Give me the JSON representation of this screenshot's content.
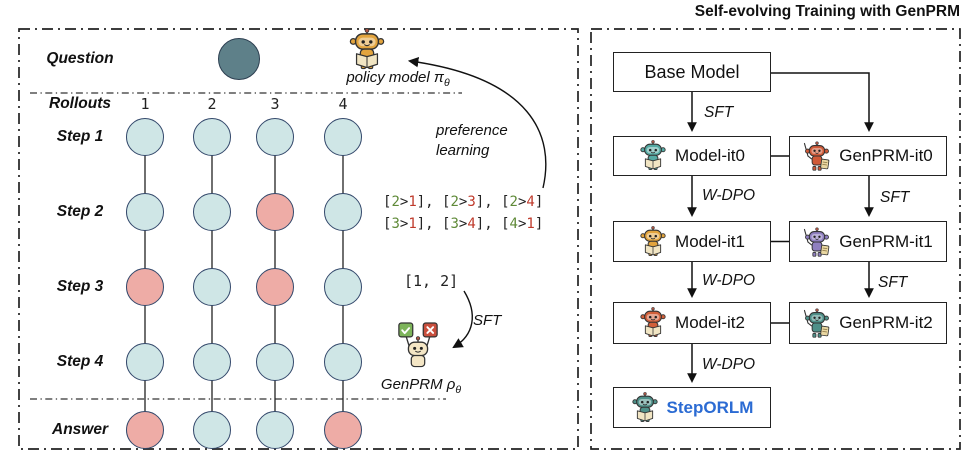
{
  "left_panel": {
    "question_label": "Question",
    "rollouts_label": "Rollouts",
    "rollout_numbers": [
      "1",
      "2",
      "3",
      "4"
    ],
    "rows": [
      {
        "label": "Step 1",
        "cells": [
          "good",
          "good",
          "good",
          "good"
        ]
      },
      {
        "label": "Step 2",
        "cells": [
          "good",
          "good",
          "bad",
          "good"
        ]
      },
      {
        "label": "Step 3",
        "cells": [
          "bad",
          "good",
          "bad",
          "good"
        ]
      },
      {
        "label": "Step 4",
        "cells": [
          "good",
          "good",
          "good",
          "good"
        ]
      },
      {
        "label": "Answer",
        "cells": [
          "bad",
          "good",
          "good",
          "bad"
        ]
      }
    ],
    "policy_model": {
      "label": "policy model π",
      "sub": "θ"
    },
    "genprm": {
      "label": "GenPRM ρ",
      "sub": "θ"
    },
    "preference_lines": [
      "preference",
      "learning"
    ],
    "comparisons": [
      [
        [
          "2",
          "1"
        ],
        [
          "2",
          "3"
        ],
        [
          "2",
          "4"
        ]
      ],
      [
        [
          "3",
          "1"
        ],
        [
          "3",
          "4"
        ],
        [
          "4",
          "1"
        ]
      ]
    ],
    "selected_pair": "[1, 2]",
    "sft_label": "SFT"
  },
  "right_panel": {
    "title": "Self-evolving Training with GenPRM",
    "nodes": {
      "base": {
        "label": "Base Model"
      },
      "model_it0": {
        "label": "Model-it0",
        "color": "#55aaa3"
      },
      "genprm_it0": {
        "label": "GenPRM-it0",
        "color": "#d05a38"
      },
      "model_it1": {
        "label": "Model-it1",
        "color": "#e2a43e"
      },
      "genprm_it1": {
        "label": "GenPRM-it1",
        "color": "#8f7fc0"
      },
      "model_it2": {
        "label": "Model-it2",
        "color": "#d2603a"
      },
      "genprm_it2": {
        "label": "GenPRM-it2",
        "color": "#4e9089"
      },
      "steporlm": {
        "label": "StepORLM",
        "color": "#4e9089",
        "text_color": "#2b6bd3"
      }
    },
    "edge_labels": {
      "sft": "SFT",
      "wdpo": "W-DPO"
    }
  },
  "colors": {
    "good_step_fill": "#cfe6e6",
    "bad_step_fill": "#eeaca6",
    "circle_stroke": "#33486b",
    "question_fill": "#5e8089",
    "question_stroke": "#2c3e50",
    "compare_good": "#5f8a38",
    "compare_bad": "#bf3a2b",
    "policy_robot": "#e2a43e",
    "genprm_robot_body": "#f4e6c5"
  }
}
